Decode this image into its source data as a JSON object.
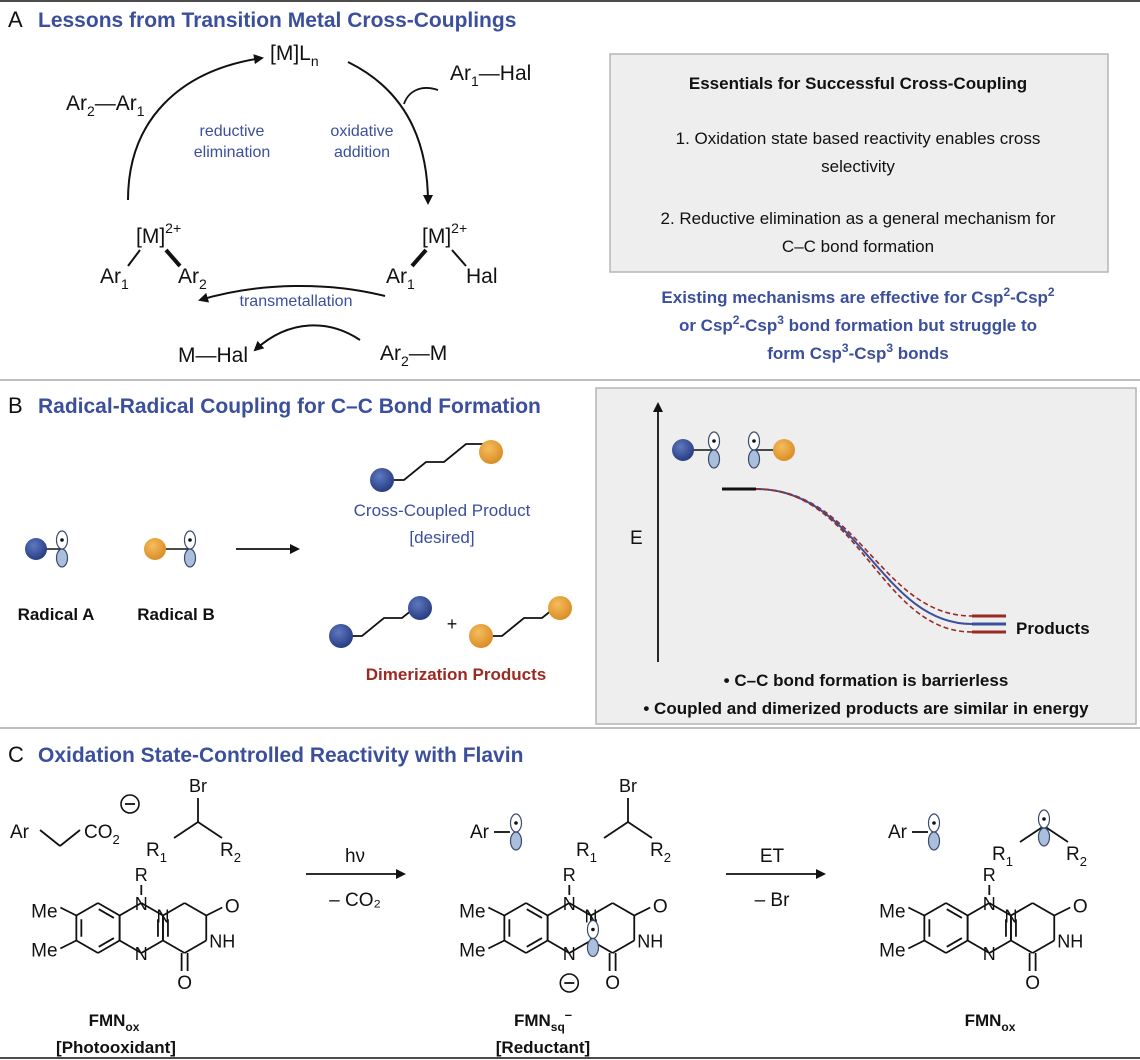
{
  "panelA": {
    "letter": "A",
    "title": "Lessons from Transition Metal Cross-Couplings",
    "cycle": {
      "catalyst": "[M]L",
      "catalyst_sub": "n",
      "ar1hal_ar": "Ar",
      "ar1hal_sub": "1",
      "ar1hal_hal": "—Hal",
      "product_ar2": "Ar",
      "product_sub2": "2",
      "product_dash": "—Ar",
      "product_sub1": "1",
      "step_re_1": "reductive",
      "step_re_2": "elimination",
      "step_oa_1": "oxidative",
      "step_oa_2": "addition",
      "step_tm": "transmetallation",
      "m2_left": "[M]",
      "m2_left_sup": "2+",
      "m2_right": "[M]",
      "m2_right_sup": "2+",
      "left_ar1": "Ar",
      "left_ar1_sub": "1",
      "left_ar2": "Ar",
      "left_ar2_sub": "2",
      "right_ar1": "Ar",
      "right_ar1_sub": "1",
      "right_hal": "Hal",
      "mhal": "M—Hal",
      "ar2m_ar": "Ar",
      "ar2m_sub": "2",
      "ar2m_m": "—M"
    },
    "essentials_box": {
      "heading": "Essentials for Successful Cross-Coupling",
      "item1_line1": "1. Oxidation state based reactivity enables cross",
      "item1_line2": "selectivity",
      "item2_line1": "2. Reductive elimination as a general mechanism for",
      "item2_line2": "C–C bond formation"
    },
    "note_line1_a": "Existing mechanisms are effective for Csp",
    "note_line1_b": "2",
    "note_line1_c": "-Csp",
    "note_line1_d": "2",
    "note_line2_a": "or Csp",
    "note_line2_b": "2",
    "note_line2_c": "-Csp",
    "note_line2_d": "3",
    "note_line2_e": " bond formation but struggle to",
    "note_line3_a": "form Csp",
    "note_line3_b": "3",
    "note_line3_c": "-Csp",
    "note_line3_d": "3",
    "note_line3_e": " bonds"
  },
  "panelB": {
    "letter": "B",
    "title": "Radical-Radical Coupling for C–C Bond Formation",
    "radical_a": "Radical A",
    "radical_b": "Radical B",
    "cross_line1": "Cross-Coupled Product",
    "cross_line2": "[desired]",
    "plus": "+",
    "dimer": "Dimerization Products",
    "energy_axis": "E",
    "products": "Products",
    "bullet1": "• C–C bond formation is barrierless",
    "bullet2": "• Coupled and dimerized products are similar in energy"
  },
  "panelC": {
    "letter": "C",
    "title": "Oxidation State-Controlled Reactivity with Flavin",
    "step1_top": "hν",
    "step1_bottom": "– CO₂",
    "step2_top": "ET",
    "step2_bottom": "– Br",
    "fmn_ox": "FMN",
    "fmn_ox_sub": "ox",
    "photooxidant": "[Photooxidant]",
    "fmn_sq": "FMN",
    "fmn_sq_sub": "sq",
    "fmn_sq_sup": "–",
    "reductant": "[Reductant]",
    "fmn_ox2": "FMN",
    "fmn_ox2_sub": "ox",
    "ar": "Ar",
    "co2": "CO",
    "co2_sub": "2",
    "br": "Br",
    "r": "R",
    "r1": "R",
    "r1_sub": "1",
    "r2": "R",
    "r2_sub": "2",
    "me": "Me",
    "n": "N",
    "nh": "NH",
    "o": "O",
    "minus": "–"
  },
  "colors": {
    "blue_text": "#3b4f9c",
    "red_text": "#9a2a22",
    "blue_sphere": "#2f4f9e",
    "orange_sphere": "#e79b2f",
    "orbital": "#a9bfdc"
  }
}
